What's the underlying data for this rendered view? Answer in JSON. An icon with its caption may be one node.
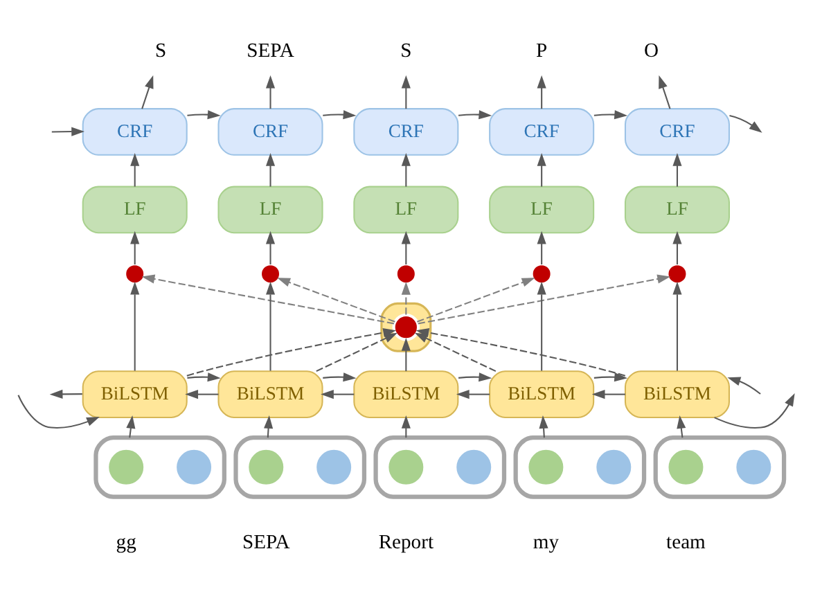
{
  "diagram": {
    "nodes": [
      {
        "text": [
          "S"
        ]
      },
      {
        "text": [
          "SEPA"
        ]
      },
      {
        "text": [
          "S"
        ]
      },
      {
        "text": [
          "P"
        ]
      },
      {
        "text": [
          "O"
        ]
      },
      {
        "text": [
          "CRF"
        ]
      },
      {
        "text": [
          "CRF"
        ]
      },
      {
        "text": [
          "CRF"
        ]
      },
      {
        "text": [
          "CRF"
        ]
      },
      {
        "text": [
          "CRF"
        ]
      },
      {
        "text": [
          "LF"
        ]
      },
      {
        "text": [
          "LF"
        ]
      },
      {
        "text": [
          "LF"
        ]
      },
      {
        "text": [
          "LF"
        ]
      },
      {
        "text": [
          "LF"
        ]
      },
      {
        "text": [],
        "shape": "circle"
      },
      {
        "text": [],
        "shape": "circle"
      },
      {
        "text": [],
        "shape": "circle"
      },
      {
        "text": [],
        "shape": "circle"
      },
      {
        "text": [],
        "shape": "circle"
      },
      {
        "text": [],
        "shape": "bar"
      },
      {
        "text": [],
        "shape": "circle",
        "in": 20
      },
      {
        "text": [
          "BiLSTM"
        ]
      },
      {
        "text": [
          "BiLSTM"
        ]
      },
      {
        "text": [
          "BiLSTM"
        ]
      },
      {
        "text": [
          "BiLSTM"
        ]
      },
      {
        "text": [
          "BiLSTM"
        ]
      },
      {
        "text": [],
        "shape": "box"
      },
      {
        "text": [],
        "shape": "circle",
        "in": 27
      },
      {
        "text": [],
        "shape": "circle",
        "in": 27
      },
      {
        "text": [],
        "shape": "box"
      },
      {
        "text": [],
        "shape": "circle",
        "in": 30
      },
      {
        "text": [],
        "shape": "circle",
        "in": 30
      },
      {
        "text": [],
        "shape": "box"
      },
      {
        "text": [],
        "shape": "circle",
        "in": 33
      },
      {
        "text": [],
        "shape": "circle",
        "in": 33
      },
      {
        "text": [],
        "shape": "box"
      },
      {
        "text": [],
        "shape": "circle",
        "in": 36
      },
      {
        "text": [],
        "shape": "circle",
        "in": 36
      },
      {
        "text": [],
        "shape": "box"
      },
      {
        "text": [],
        "shape": "circle",
        "in": 39
      },
      {
        "text": [],
        "shape": "circle",
        "in": 39
      }
    ],
    "edges": [
      {
        "from": 5,
        "to": 0,
        "arrow": "to"
      },
      {
        "from": 6,
        "to": 1,
        "arrow": "to"
      },
      {
        "from": 7,
        "to": 2,
        "arrow": "to"
      },
      {
        "from": 8,
        "to": 3,
        "arrow": "to"
      },
      {
        "from": 9,
        "to": 4,
        "arrow": "to"
      },
      {
        "from": null,
        "to": 5,
        "arrow": "to"
      },
      {
        "from": 5,
        "to": 6,
        "arrow": "to"
      },
      {
        "from": 6,
        "to": 7,
        "arrow": "to"
      },
      {
        "from": 7,
        "to": 8,
        "arrow": "to"
      },
      {
        "from": 8,
        "to": 9,
        "arrow": "to"
      },
      {
        "from": 9,
        "to": null,
        "arrow": "to"
      },
      {
        "from": 10,
        "to": 5,
        "arrow": "to"
      },
      {
        "from": 11,
        "to": 6,
        "arrow": "to"
      },
      {
        "from": 12,
        "to": 7,
        "arrow": "to"
      },
      {
        "from": 13,
        "to": 8,
        "arrow": "to"
      },
      {
        "from": 14,
        "to": 9,
        "arrow": "to"
      },
      {
        "from": 15,
        "to": 10,
        "arrow": "to"
      },
      {
        "from": 16,
        "to": 11,
        "arrow": "to"
      },
      {
        "from": 17,
        "to": 12,
        "arrow": "to"
      },
      {
        "from": 18,
        "to": 13,
        "arrow": "to"
      },
      {
        "from": 19,
        "to": 14,
        "arrow": "to"
      },
      {
        "from": 21,
        "to": 15,
        "arrow": "to",
        "style": "dashed",
        "color": "#808080"
      },
      {
        "from": 21,
        "to": 16,
        "arrow": "to",
        "style": "dashed",
        "color": "#808080"
      },
      {
        "from": 21,
        "to": 17,
        "arrow": "to",
        "style": "dashed",
        "color": "#808080"
      },
      {
        "from": 21,
        "to": 18,
        "arrow": "to",
        "style": "dashed",
        "color": "#808080"
      },
      {
        "from": 21,
        "to": 19,
        "arrow": "to",
        "style": "dashed",
        "color": "#808080"
      },
      {
        "from": 22,
        "to": 15,
        "arrow": "to"
      },
      {
        "from": 23,
        "to": 16,
        "arrow": "to"
      },
      {
        "from": 24,
        "to": 21,
        "arrow": "to"
      },
      {
        "from": 25,
        "to": 18,
        "arrow": "to"
      },
      {
        "from": 26,
        "to": 19,
        "arrow": "to"
      },
      {
        "from": 22,
        "to": 21,
        "arrow": "to",
        "style": "dashed"
      },
      {
        "from": 23,
        "to": 21,
        "arrow": "to",
        "style": "dashed"
      },
      {
        "from": 25,
        "to": 21,
        "arrow": "to",
        "style": "dashed"
      },
      {
        "from": 26,
        "to": 21,
        "arrow": "to",
        "style": "dashed"
      },
      {
        "from": null,
        "to": 22,
        "arrow": "to"
      },
      {
        "from": 22,
        "to": 23,
        "arrow": "to"
      },
      {
        "from": 23,
        "to": 24,
        "arrow": "to"
      },
      {
        "from": 24,
        "to": 25,
        "arrow": "to"
      },
      {
        "from": 25,
        "to": 26,
        "arrow": "to"
      },
      {
        "from": 26,
        "to": null,
        "arrow": "to"
      },
      {
        "from": null,
        "to": 26,
        "arrow": "to"
      },
      {
        "from": 26,
        "to": 25,
        "arrow": "to"
      },
      {
        "from": 25,
        "to": 24,
        "arrow": "to"
      },
      {
        "from": 24,
        "to": 23,
        "arrow": "to"
      },
      {
        "from": 23,
        "to": 22,
        "arrow": "to"
      },
      {
        "from": 22,
        "to": null,
        "arrow": "to"
      },
      {
        "from": 27,
        "to": 22,
        "arrow": "to"
      },
      {
        "from": 30,
        "to": 23,
        "arrow": "to"
      },
      {
        "from": 33,
        "to": 24,
        "arrow": "to"
      },
      {
        "from": 36,
        "to": 25,
        "arrow": "to"
      },
      {
        "from": 39,
        "to": 26,
        "arrow": "to"
      }
    ],
    "labels": [
      "gg",
      "SEPA",
      "Report",
      "my",
      "team"
    ]
  }
}
